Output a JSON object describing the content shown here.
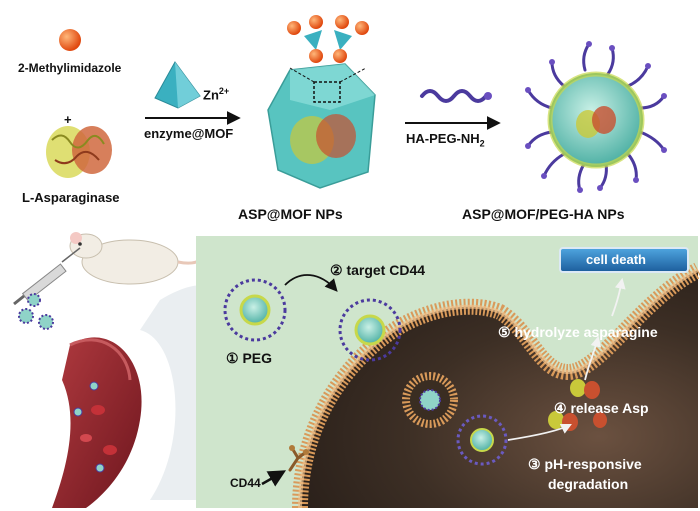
{
  "synthesis": {
    "reactant1": "2-Methylimidazole",
    "plus": "+",
    "reactant2": "L-Asparaginase",
    "metal": "Zn²⁺",
    "metal_base": "Zn",
    "metal_sup": "2+",
    "arrow1_label": "enzyme@MOF",
    "arrow2_label_base": "HA-PEG-NH",
    "arrow2_label_sub": "2",
    "product1": "ASP@MOF  NPs",
    "product2": "ASP@MOF/PEG-HA  NPs"
  },
  "mechanism": {
    "step1": "① PEG",
    "step2": "② target  CD44",
    "step3_line1": "③ pH-responsive",
    "step3_line2": "degradation",
    "step4": "④ release  Asp",
    "step5": "⑤ hydrolyze  asparagine",
    "endpoint": "cell death",
    "receptor": "CD44"
  },
  "colors": {
    "bottom_panel": "#cfe5cc",
    "cell_interior": "#3a2d22",
    "membrane": "#d99a5a",
    "mof_core": "#8fd3c8",
    "peg_chain": "#4b3a9e",
    "enzyme_yellow": "#c9c93a",
    "enzyme_red": "#c8502f",
    "zn_pyramid": "#3ab0c0",
    "imidazole_ball": "#f06a1c",
    "blood_vessel": "#8a1f28",
    "endpoint_box": "#2a7fc0"
  }
}
